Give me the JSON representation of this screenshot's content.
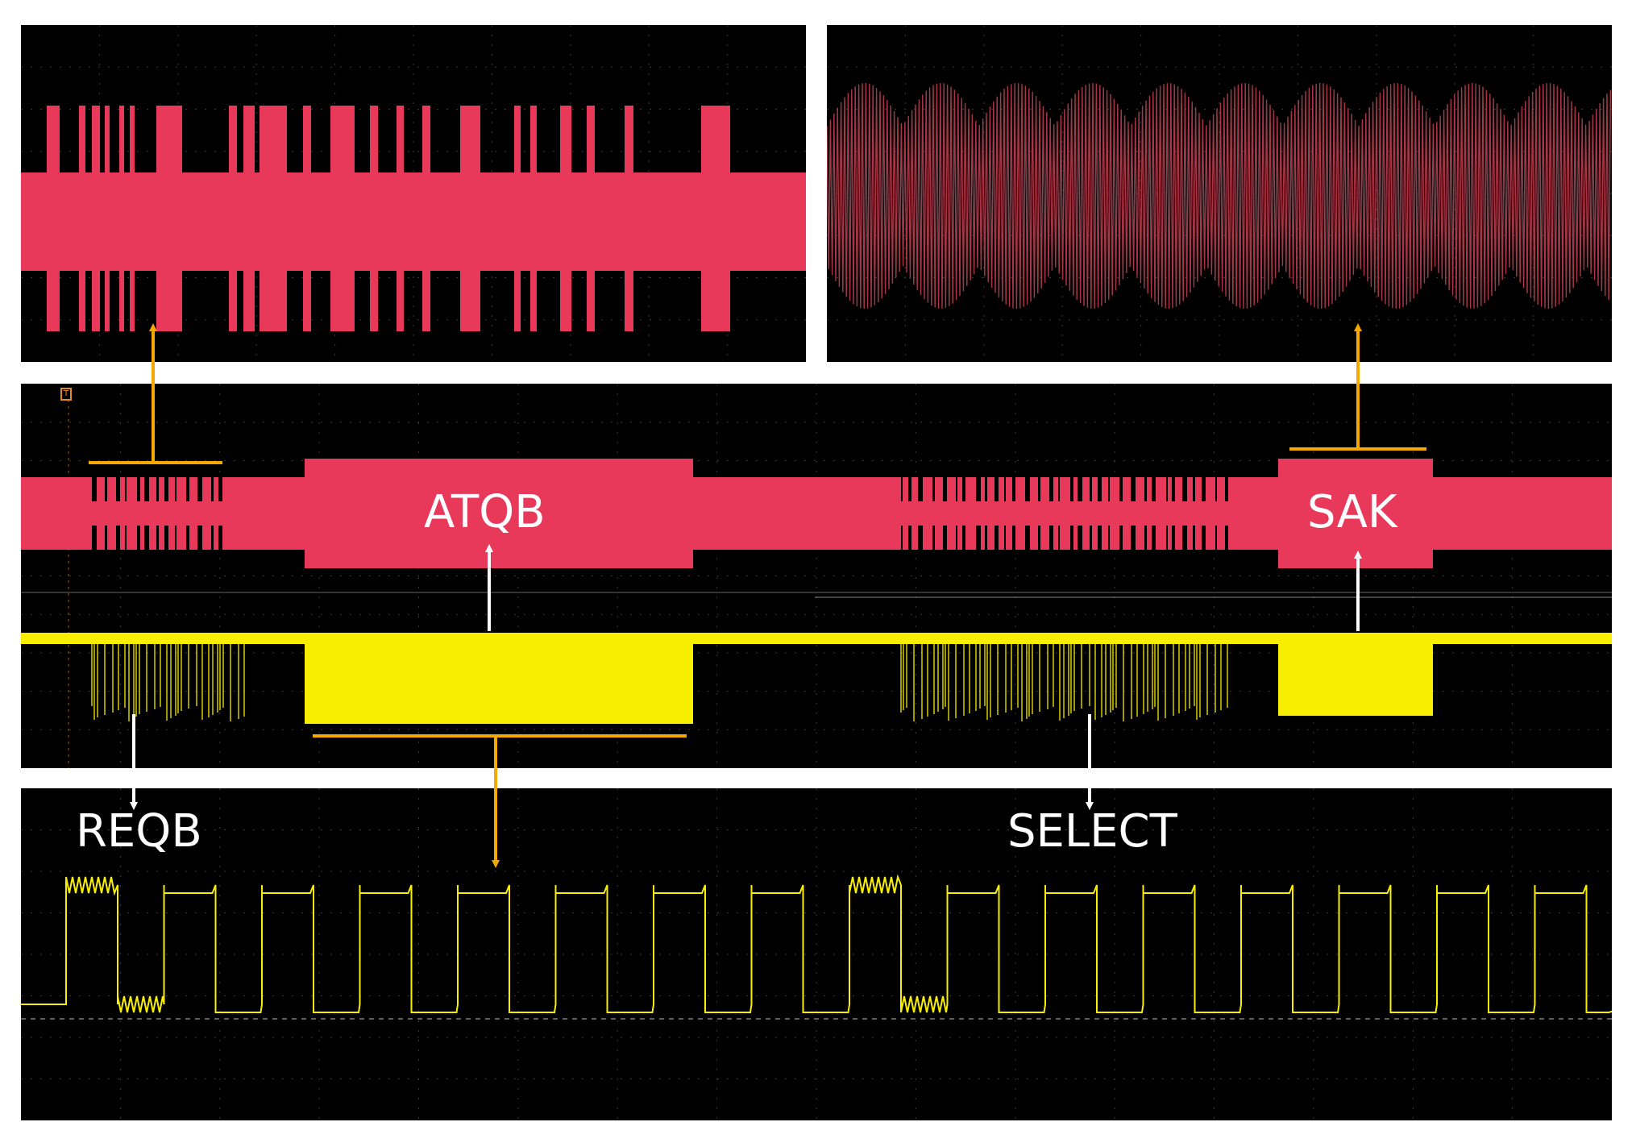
{
  "labels": {
    "atqb": "ATQB",
    "sak": "SAK",
    "reqb": "REQB",
    "select": "SELECT"
  },
  "trigger_marker": "T",
  "colors": {
    "background": "#000000",
    "rf_channel": "#e8395a",
    "data_channel": "#f7ee00",
    "zoom_indicator": "#f5a800",
    "annotation": "#ffffff",
    "grid": "#3a3a3a"
  },
  "icons": {
    "trigger": "trigger-marker-icon",
    "arrow": "arrow-icon"
  }
}
